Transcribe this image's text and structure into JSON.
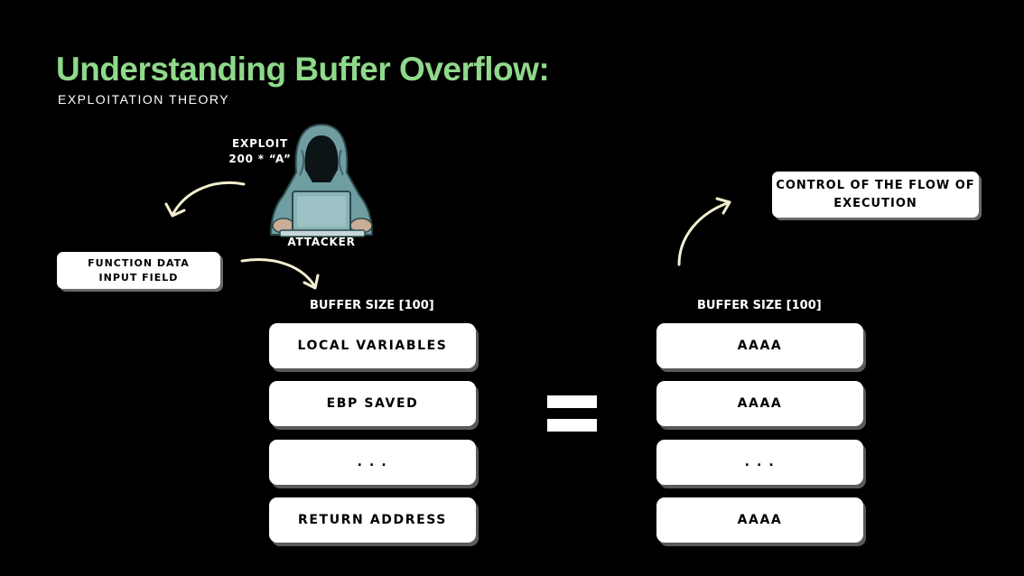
{
  "header": {
    "title": "Understanding Buffer Overflow:",
    "subtitle": "EXPLOITATION THEORY"
  },
  "attacker": {
    "exploit_line1": "EXPLOIT",
    "exploit_line2": "200 * “A”",
    "label": "ATTACKER"
  },
  "input_field": {
    "line1": "FUNCTION DATA",
    "line2": "INPUT FIELD"
  },
  "control_box": {
    "line1": "CONTROL OF THE FLOW OF",
    "line2": "EXECUTION"
  },
  "left_stack": {
    "heading": "BUFFER SIZE [100]",
    "cells": [
      "LOCAL VARIABLES",
      "EBP SAVED",
      ". . .",
      "RETURN ADDRESS"
    ]
  },
  "right_stack": {
    "heading": "BUFFER SIZE [100]",
    "cells": [
      "AAAA",
      "AAAA",
      ". . .",
      "AAAA"
    ]
  },
  "colors": {
    "background": "#000000",
    "title": "#8fd98a",
    "arrows": "#f3efcf",
    "hoodie": "#6f9da1",
    "laptop": "#8ab3b6"
  },
  "icons": {
    "attacker": "hooded-hacker-with-laptop",
    "arrows": "curved-arrow",
    "equals": "equals-sign"
  }
}
